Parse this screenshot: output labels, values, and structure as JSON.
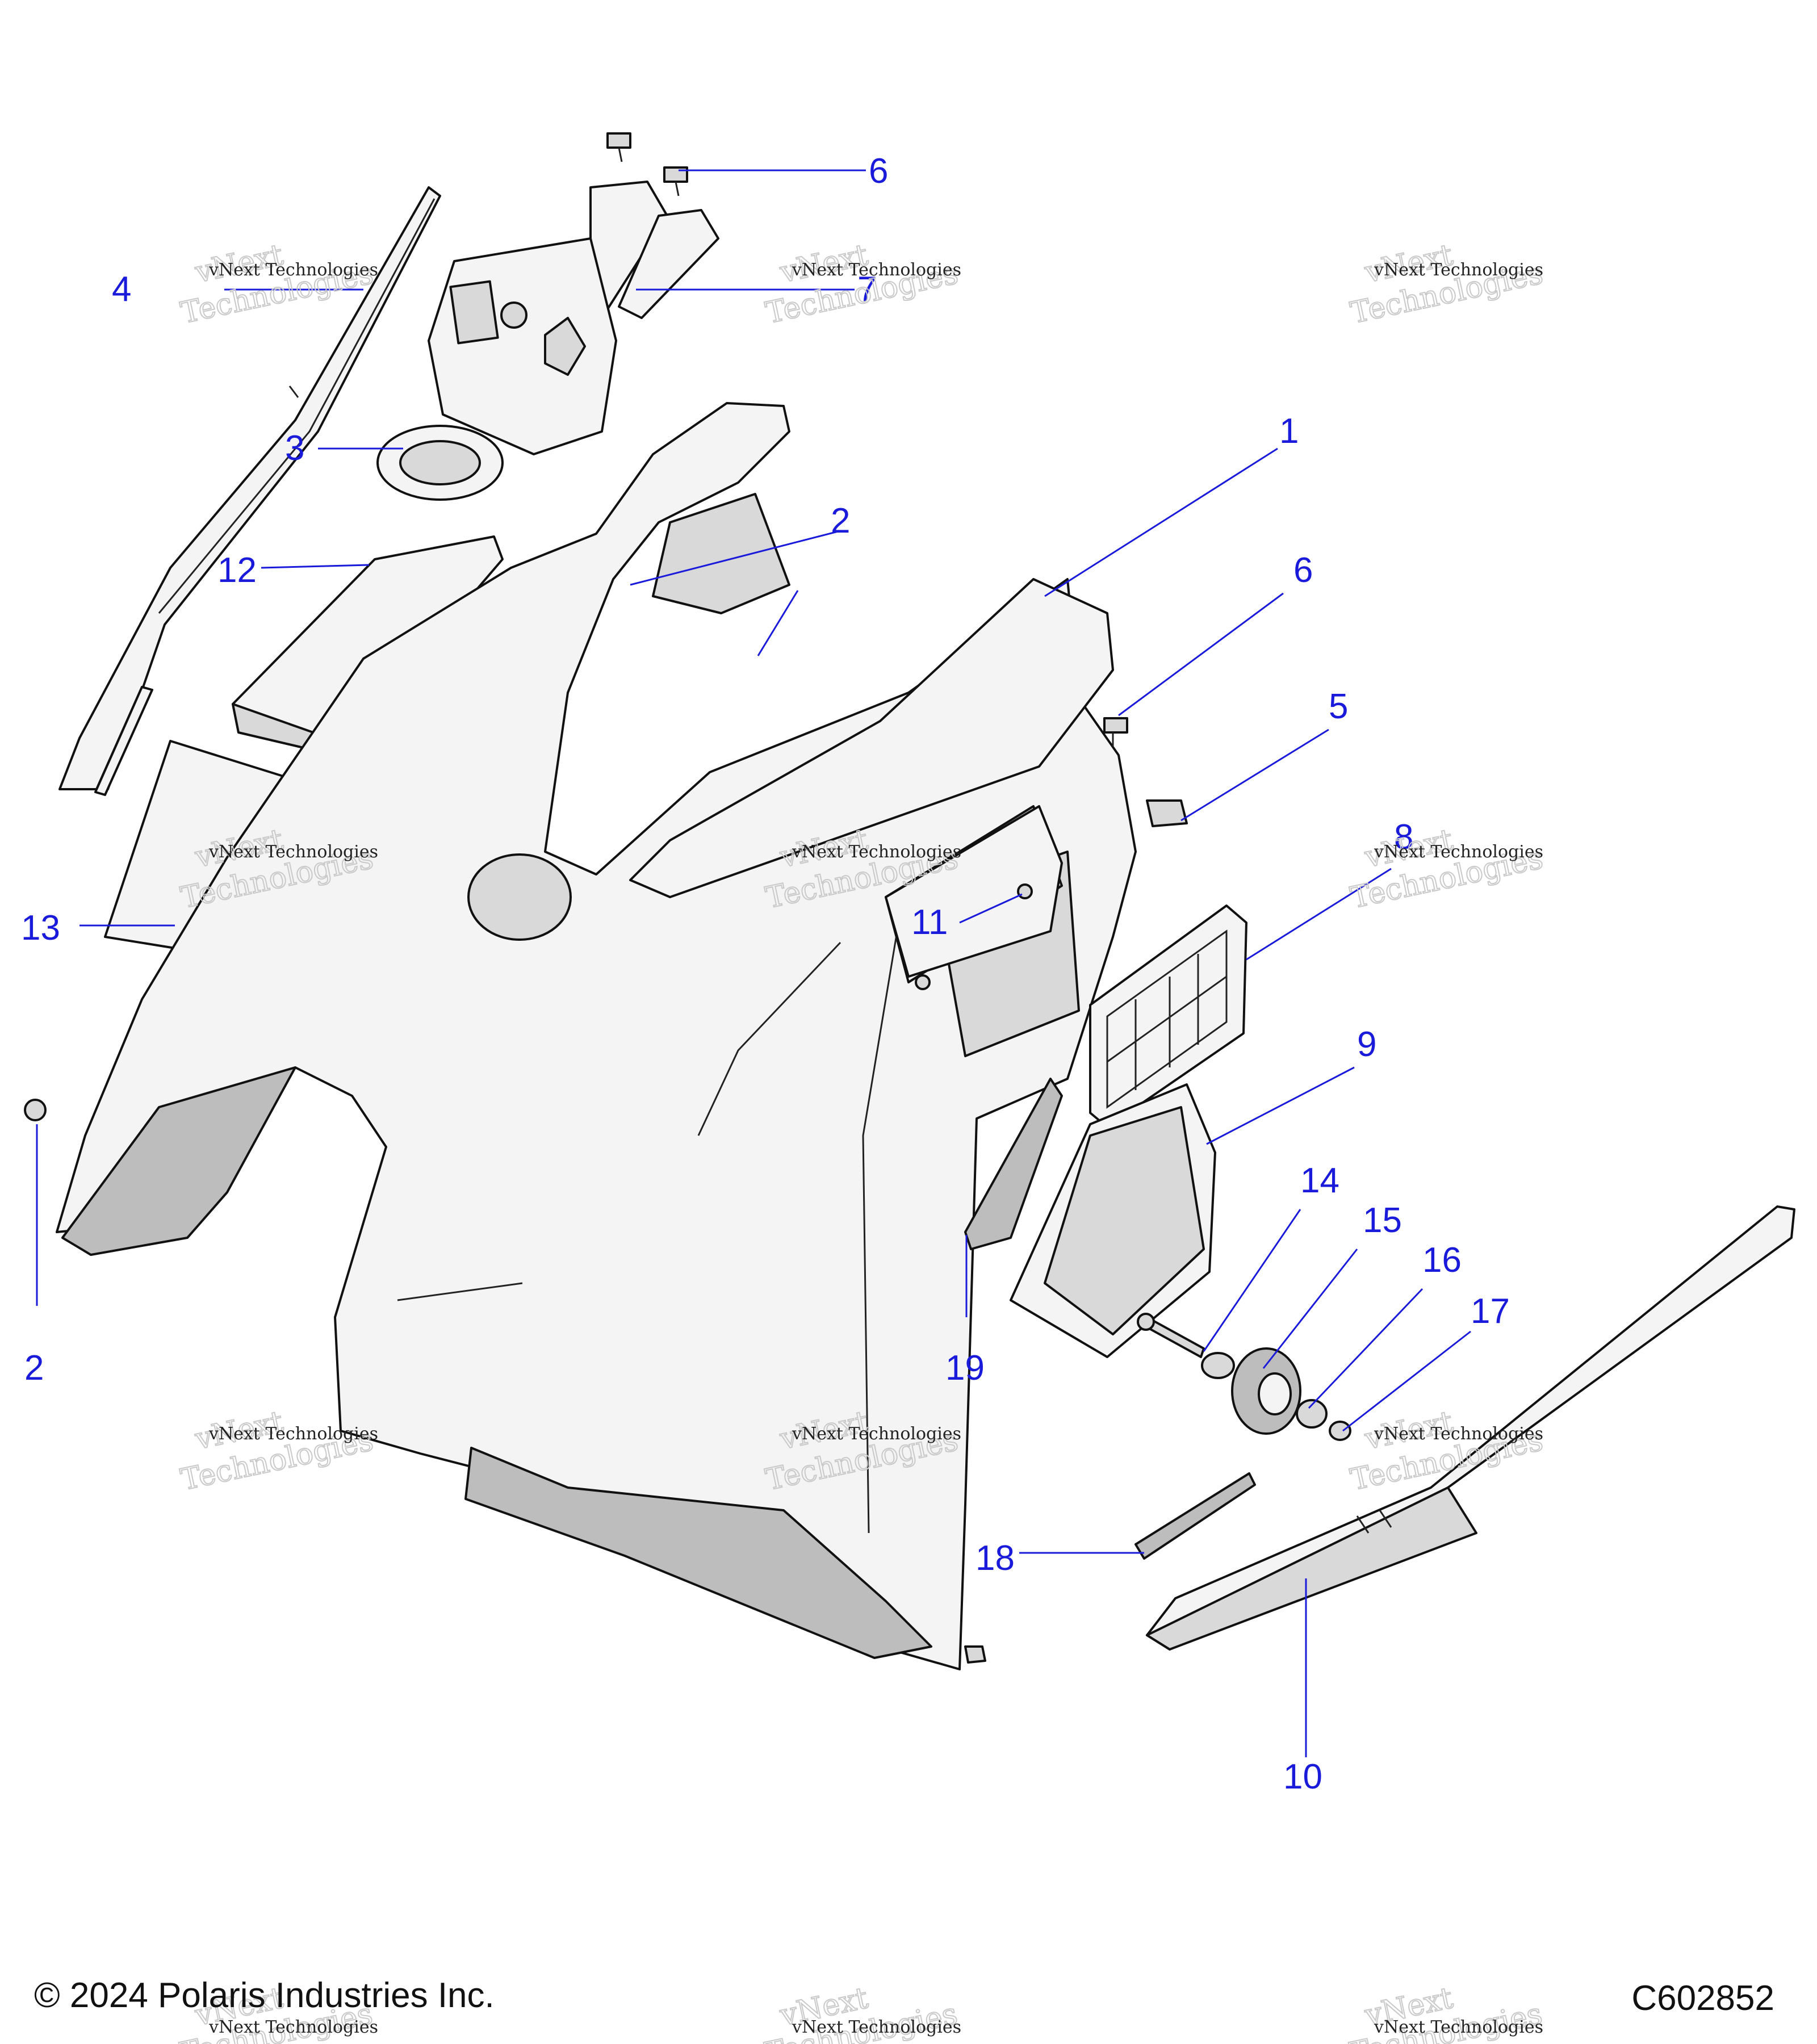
{
  "watermark": {
    "line1": "vNext Technologies",
    "line2": "vNext\nTechnologies"
  },
  "callouts": [
    "1",
    "2",
    "2",
    "3",
    "4",
    "5",
    "6",
    "6",
    "7",
    "8",
    "9",
    "10",
    "11",
    "12",
    "13",
    "14",
    "15",
    "16",
    "17",
    "18",
    "19"
  ],
  "footer": {
    "copyright": "© 2024 Polaris Industries Inc.",
    "figure_code": "C602852"
  },
  "colors": {
    "callout": "#1a1adb",
    "line": "#111111"
  }
}
